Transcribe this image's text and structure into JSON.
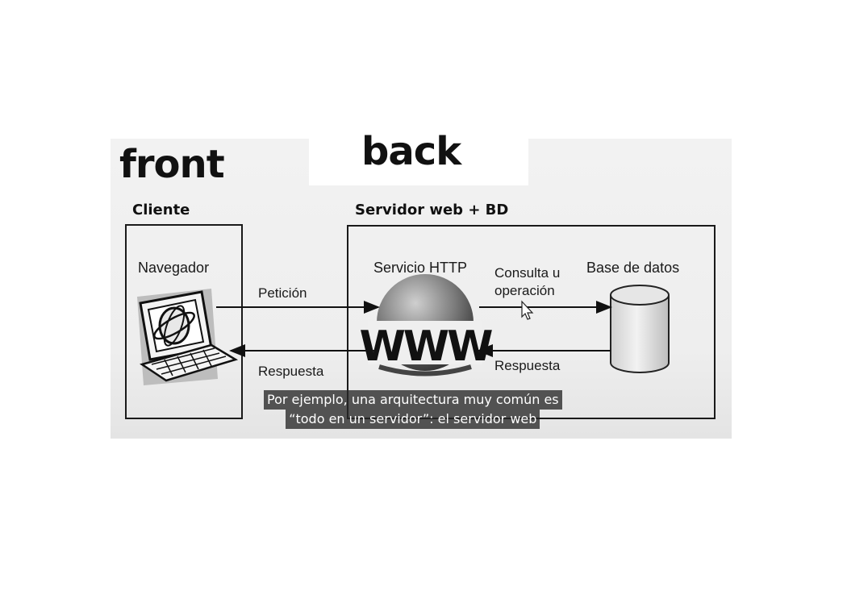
{
  "overlay": {
    "front": "front",
    "back": "back"
  },
  "diagram": {
    "cliente_header": "Cliente",
    "servidor_header": "Servidor web + BD",
    "navegador": "Navegador",
    "peticion": "Petición",
    "respuesta_left": "Respuesta",
    "servicio_http": "Servicio HTTP",
    "www": "WWW",
    "consulta_line1": "Consulta u",
    "consulta_line2": "operación",
    "base_datos": "Base de datos",
    "respuesta_right": "Respuesta"
  },
  "subtitle": {
    "line1": "Por ejemplo, una arquitectura muy común es",
    "line2": "“todo en un servidor”: el servidor web"
  }
}
